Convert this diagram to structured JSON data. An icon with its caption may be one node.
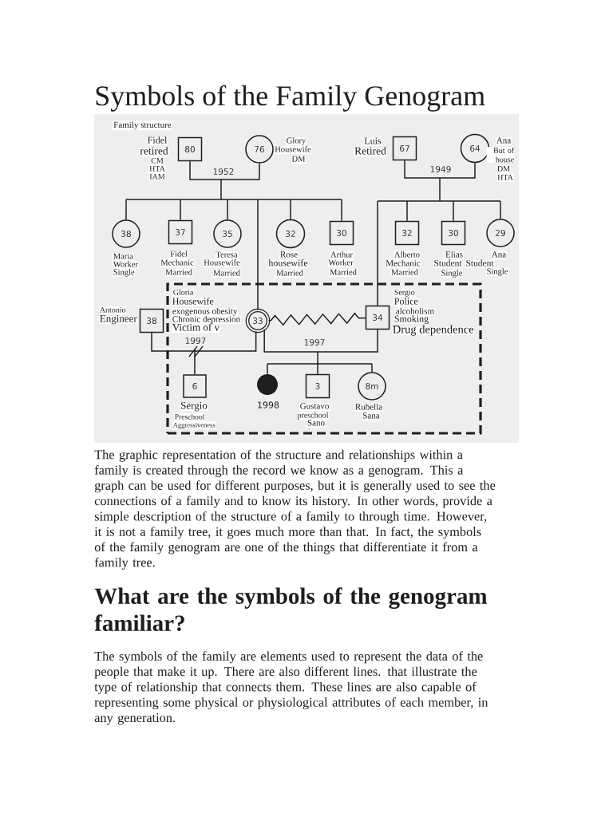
{
  "diagram": {
    "title": "Symbols of the Family Genogram",
    "nodes": [
      {
        "text": [
          "80"
        ],
        "beside": [
          "Fidel",
          "retired",
          "CM",
          "HTA",
          "IAM"
        ]
      },
      {
        "text": [
          "76"
        ],
        "beside": [
          "Glory",
          "Housewife",
          "DM"
        ]
      },
      {
        "text": [
          "67"
        ],
        "beside": [
          "Luis",
          "Retired"
        ]
      },
      {
        "text": [
          "64"
        ],
        "beside": [
          "Ana",
          "But of house",
          "DM",
          "HTA"
        ]
      },
      {
        "text": [
          "38"
        ],
        "beside": [
          "Maria",
          "Worker",
          "Single"
        ]
      },
      {
        "text": [
          "37"
        ],
        "beside": [
          "Fidel",
          "Mechanic",
          "Married"
        ]
      },
      {
        "text": [
          "35"
        ],
        "beside": [
          "Teresa",
          "Housewife",
          "Married"
        ]
      },
      {
        "text": [
          "32"
        ],
        "beside": [
          "Rose",
          "housewife",
          "Married"
        ]
      },
      {
        "text": [
          "30"
        ],
        "beside": [
          "Arthur",
          "Worker",
          "Married"
        ]
      },
      {
        "text": [
          "32"
        ],
        "beside": [
          "Alberto",
          "Mechanic",
          "Married"
        ]
      },
      {
        "text": [
          "30"
        ],
        "beside": [
          "Elias",
          "Student",
          "Single"
        ]
      },
      {
        "text": [
          "29"
        ],
        "beside": [
          "Ana",
          "Student",
          "Single"
        ]
      },
      {
        "text": [],
        "shape": "box"
      },
      {
        "text": [
          "38"
        ],
        "beside": [
          "Antonio",
          "Engineer"
        ]
      },
      {
        "text": [
          "33"
        ],
        "in": 12,
        "beside": [
          "Gloria",
          "Housewife",
          "exogenous obesity",
          "Chronic depression",
          "Victim of v"
        ]
      },
      {
        "text": [
          "34"
        ],
        "in": 12,
        "beside": [
          "Sergio",
          "Police",
          "alcoholism",
          "Smoking",
          "Drug dependence"
        ]
      },
      {
        "text": [
          "6"
        ],
        "in": 12,
        "beside": [
          "Sergio",
          "Preschool",
          "Aggressiveness"
        ]
      },
      {
        "text": [],
        "shape": "circle",
        "in": 12,
        "beside": [
          "1998"
        ]
      },
      {
        "text": [
          "3"
        ],
        "in": 12,
        "beside": [
          "Gustavo",
          "preschool",
          "Sano"
        ]
      },
      {
        "text": [
          "8m"
        ],
        "in": 12,
        "beside": [
          "Rubella",
          "Sana"
        ]
      }
    ],
    "edges": [
      {
        "from": 0,
        "to": 1,
        "arrow": "none",
        "label": "1952"
      },
      {
        "from": 2,
        "to": 3,
        "arrow": "none",
        "label": "1949"
      },
      {
        "from": 0,
        "to": 4,
        "arrow": "none"
      },
      {
        "from": 1,
        "to": 4,
        "arrow": "none"
      },
      {
        "from": 0,
        "to": 5,
        "arrow": "none"
      },
      {
        "from": 1,
        "to": 5,
        "arrow": "none"
      },
      {
        "from": 0,
        "to": 6,
        "arrow": "none"
      },
      {
        "from": 1,
        "to": 6,
        "arrow": "none"
      },
      {
        "from": 0,
        "to": 14,
        "arrow": "none"
      },
      {
        "from": 1,
        "to": 14,
        "arrow": "none"
      },
      {
        "from": 0,
        "to": 7,
        "arrow": "none"
      },
      {
        "from": 1,
        "to": 7,
        "arrow": "none"
      },
      {
        "from": 0,
        "to": 8,
        "arrow": "none"
      },
      {
        "from": 1,
        "to": 8,
        "arrow": "none"
      },
      {
        "from": 2,
        "to": 15,
        "arrow": "none"
      },
      {
        "from": 3,
        "to": 15,
        "arrow": "none"
      },
      {
        "from": 2,
        "to": 9,
        "arrow": "none"
      },
      {
        "from": 3,
        "to": 9,
        "arrow": "none"
      },
      {
        "from": 2,
        "to": 10,
        "arrow": "none"
      },
      {
        "from": 3,
        "to": 10,
        "arrow": "none"
      },
      {
        "from": 2,
        "to": 11,
        "arrow": "none"
      },
      {
        "from": 3,
        "to": 11,
        "arrow": "none"
      },
      {
        "from": 13,
        "to": 14,
        "arrow": "none",
        "label": "1997"
      },
      {
        "from": 14,
        "to": 15,
        "arrow": "none"
      },
      {
        "from": 14,
        "to": 15,
        "arrow": "none",
        "label": "1997"
      },
      {
        "from": 13,
        "to": 16,
        "arrow": "none"
      },
      {
        "from": 14,
        "to": 16,
        "arrow": "none"
      },
      {
        "from": 14,
        "to": 17,
        "arrow": "none"
      },
      {
        "from": 15,
        "to": 17,
        "arrow": "none"
      },
      {
        "from": 14,
        "to": 18,
        "arrow": "none"
      },
      {
        "from": 15,
        "to": 18,
        "arrow": "none"
      },
      {
        "from": 14,
        "to": 19,
        "arrow": "none"
      },
      {
        "from": 15,
        "to": 19,
        "arrow": "none"
      }
    ],
    "labels": [
      "Family structure",
      "The graphic representation of the structure and relationships within a family is created through the record we know as a genogram. This a graph can be used for different purposes, but it is generally used to see the connections of a family and to know its history. In other words, provide a simple description of the structure of a family to through time. However, it is not a family tree, it goes much more than that. In fact, the symbols of the family genogram are one of the things that differentiate it from a family tree.",
      "What are the symbols of the genogram familiar?",
      "The symbols of the family are elements used to represent the data of the people that make it up. There are also different lines. that illustrate the type of relationship that connects them. These lines are also capable of representing some physical or physiological attributes of each member, in any generation."
    ]
  }
}
